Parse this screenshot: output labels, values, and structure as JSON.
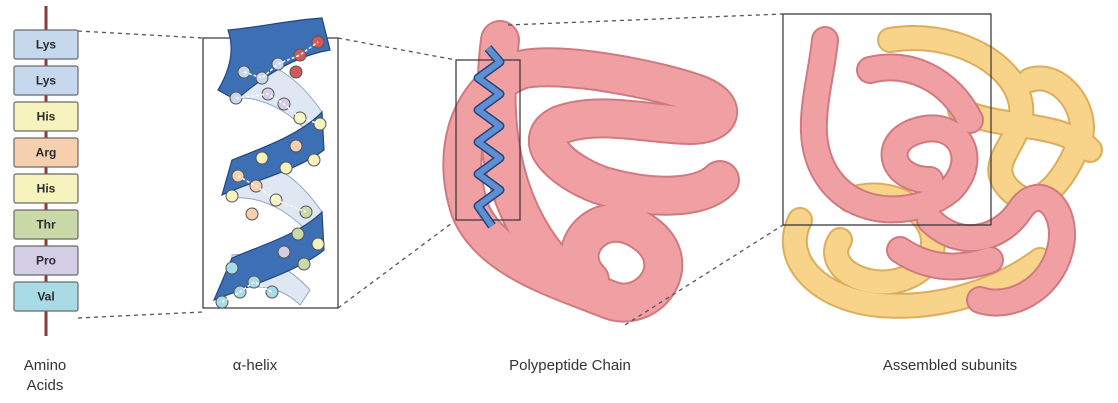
{
  "amino_acids": [
    {
      "label": "Lys",
      "color": "#c5d8ee"
    },
    {
      "label": "Lys",
      "color": "#c5d8ee"
    },
    {
      "label": "His",
      "color": "#f7f3bf"
    },
    {
      "label": "Arg",
      "color": "#f6cfae"
    },
    {
      "label": "His",
      "color": "#f7f3bf"
    },
    {
      "label": "Thr",
      "color": "#c9d9a7"
    },
    {
      "label": "Pro",
      "color": "#d4cde6"
    },
    {
      "label": "Val",
      "color": "#a9dbe6"
    }
  ],
  "captions": {
    "amino": [
      "Amino",
      "Acids"
    ],
    "helix": "α-helix",
    "chain": "Polypeptide Chain",
    "subunits": "Assembled subunits"
  },
  "colors": {
    "stem": "#8a3a3a",
    "helix_ribbon": "#3d6fb5",
    "helix_back": "#dfe7f2",
    "chain": "#f0a0a3",
    "chain_edge": "#d07a80",
    "subunit_b": "#f8d38a",
    "subunit_b_edge": "#dcae5c",
    "zoom_line": "#555555"
  }
}
